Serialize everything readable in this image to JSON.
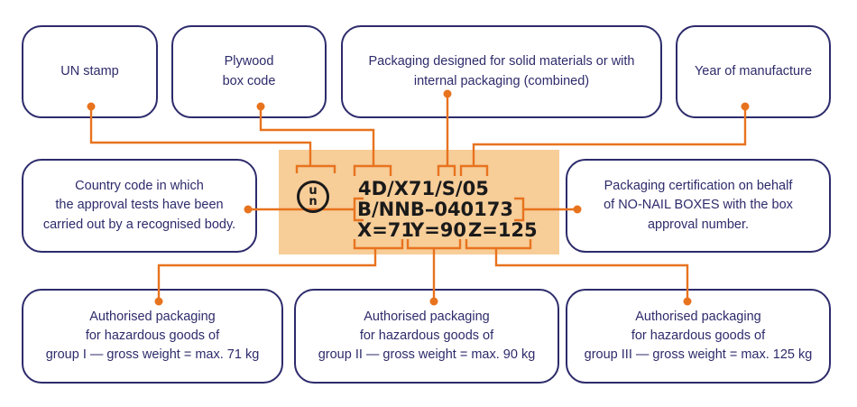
{
  "colors": {
    "accent": "#e8731e",
    "border": "#2d2b6b",
    "panel": "#f7cd98",
    "text": "#2d2b6b"
  },
  "boxes": {
    "un_stamp": [
      "UN stamp"
    ],
    "plywood": [
      "Plywood",
      "box code"
    ],
    "solid": [
      "Packaging designed for solid materials or with",
      "internal packaging (combined)"
    ],
    "year": [
      "Year of manufacture"
    ],
    "country": [
      "Country code in which",
      "the approval tests have been",
      "carried out by a recognised body."
    ],
    "certification": [
      "Packaging certification on behalf",
      "of NO-NAIL BOXES with the box",
      "approval number."
    ],
    "group1": [
      "Authorised packaging",
      "for hazardous goods of",
      "group I —  gross weight = max. 71 kg"
    ],
    "group2": [
      "Authorised packaging",
      "for hazardous goods of",
      "group II — gross weight = max. 90 kg"
    ],
    "group3": [
      "Authorised packaging",
      "for hazardous goods of",
      "group III — gross weight = max. 125 kg"
    ]
  },
  "marking": {
    "un_symbol": [
      "u",
      "n"
    ],
    "line1": "4D/X71/S/05",
    "line2": "B/NNB–040173",
    "x": "X=71",
    "y": "Y=90",
    "z": "Z=125"
  }
}
